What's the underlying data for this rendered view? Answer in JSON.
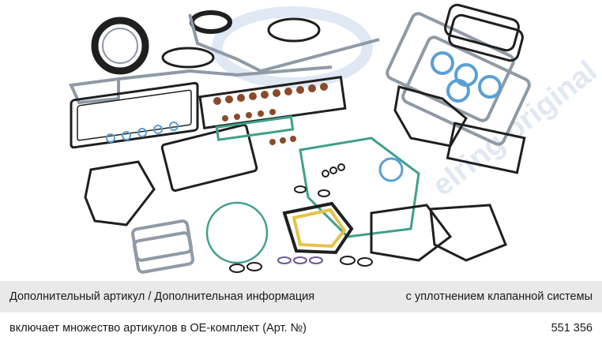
{
  "product": {
    "image_icon": "gasket-set-image",
    "watermark_text": "elring original"
  },
  "details": [
    {
      "label": "Дополнительный артикул / Дополнительная информация",
      "value": "с уплотнением клапанной системы"
    },
    {
      "label": "включает множество артикулов в ОЕ-комплект (Арт. №)",
      "value": "551 356"
    }
  ],
  "colors": {
    "row_alt_background": "#e9e9e9",
    "gasket_dark": "#1f1f1f",
    "gasket_grey": "#8f9aa6",
    "gasket_brown": "#8a4a2a",
    "gasket_green": "#3fa08a",
    "gasket_blue": "#5a9fd4",
    "gasket_yellow": "#e7c24a",
    "watermark": "#dce6f2"
  }
}
